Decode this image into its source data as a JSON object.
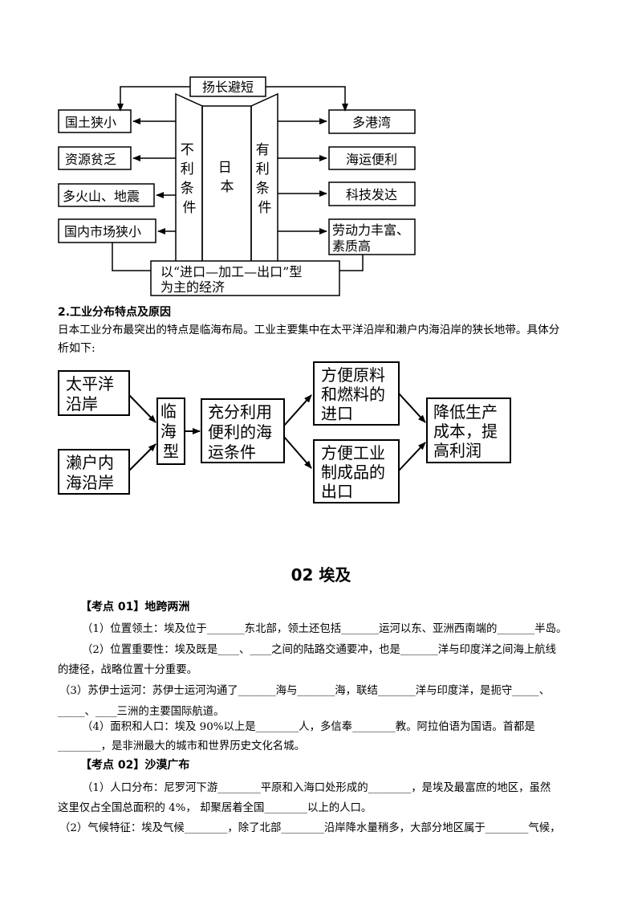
{
  "diagram1": {
    "top": "扬长避短",
    "center": "日本",
    "left_side": "不利条件",
    "right_side": "有利条件",
    "left_items": [
      "国土狭小",
      "资源贫乏",
      "多火山、地震",
      "国内市场狭小"
    ],
    "right_items": [
      "多港湾",
      "海运便利",
      "科技发达"
    ],
    "right_last_1": "劳动力丰富、",
    "right_last_2": "素质高",
    "bottom_1": "以“进口—加工—出口”型",
    "bottom_2": "为主的经济"
  },
  "section2": {
    "heading": "2.工业分布特点及原因",
    "para_1": "日本工业分布最突出的特点是临海布局。工业主要集中在太平洋沿岸和濑户内海沿岸的狭长地带。具体分",
    "para_2": "析如下:"
  },
  "diagram2": {
    "box1": [
      "太平洋",
      "沿岸"
    ],
    "box2": [
      "濑户内",
      "海沿岸"
    ],
    "box3": [
      "临",
      "海",
      "型"
    ],
    "box4": [
      "充分利用",
      "便利的海",
      "运条件"
    ],
    "box5": [
      "方便原料",
      "和燃料的",
      "进口"
    ],
    "box6": [
      "方便工业",
      "制成品的",
      "出口"
    ],
    "box7": [
      "降低生产",
      "成本，提",
      "高利润"
    ]
  },
  "egypt": {
    "title": "02  埃及",
    "kd1": "【考点 01】地跨两洲",
    "l1": "（1）位置领土：埃及位于_______东北部，领土还包括_______运河以东、亚洲西南端的_______半岛。",
    "l2a": "（2）位置重要性：埃及既是____、____之间的陆路交通要冲，也是_______洋与印度洋之间海上航线",
    "l2b": "的捷径，战略位置十分重要。",
    "l3a": "（3）苏伊士运河：苏伊士运河沟通了_______海与_______海，联结_______洋与印度洋，是扼守_____、",
    "l3b": "_____、____三洲的主要国际航道。",
    "l4a": "（4）面积和人口：埃及 90%以上是________人，多信奉________教。阿拉伯语为国语。首都是",
    "l4b": "________，是非洲最大的城市和世界历史文化名城。",
    "kd2": "【考点 02】沙漠广布",
    "l5a": "（1）人口分布：尼罗河下游________平原和入海口处形成的________，是埃及最富庶的地区，虽然",
    "l5b": "这里仅占全国总面积的 4%，  却聚居着全国________以上的人口。",
    "l6": "（2）气候特征：埃及气候________，除了北部________沿岸降水量稍多，大部分地区属于________气候，"
  }
}
